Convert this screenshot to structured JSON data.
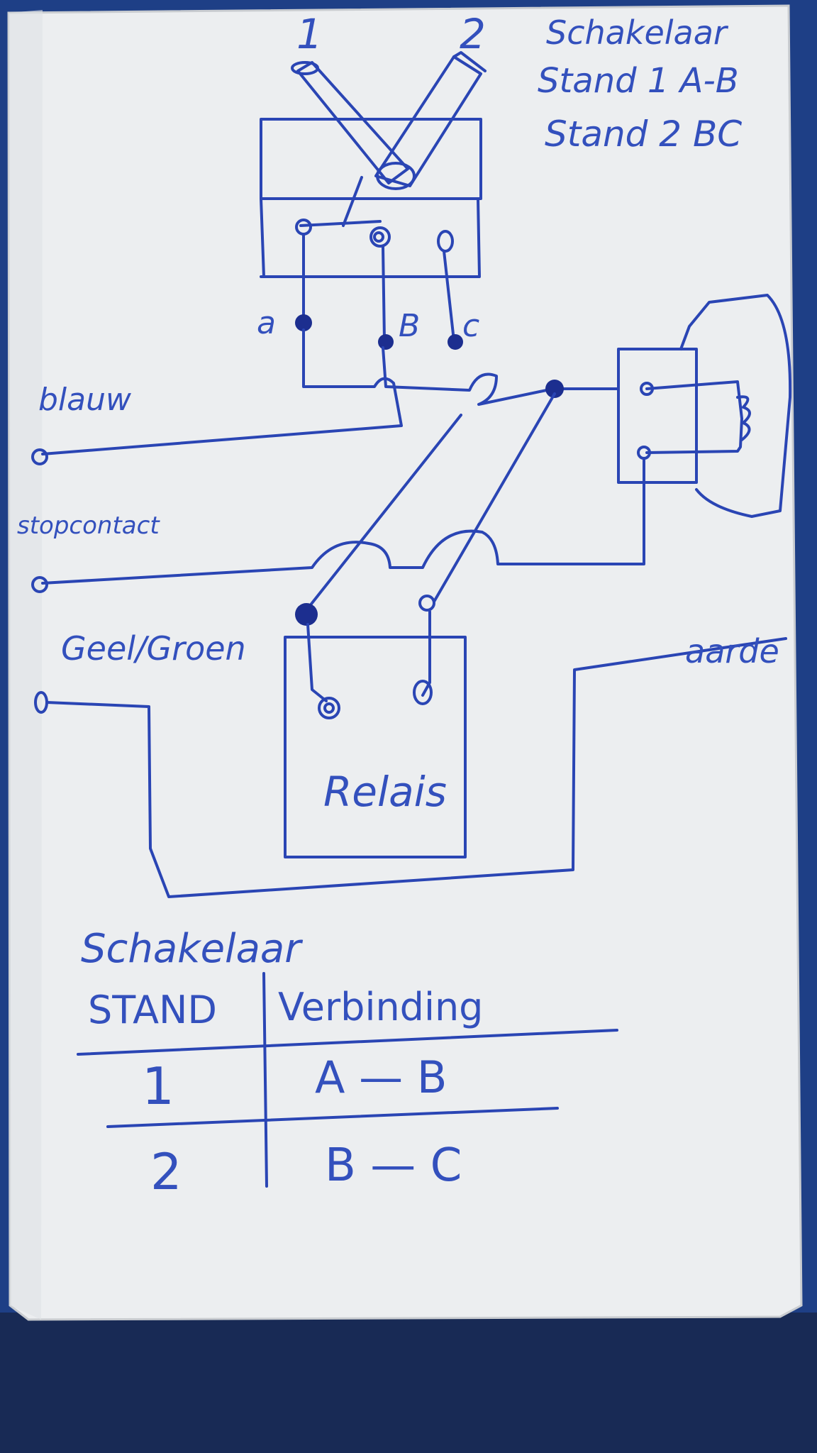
{
  "switch": {
    "position_labels": [
      "1",
      "2"
    ],
    "terminal_labels": [
      "a",
      "B",
      "c"
    ],
    "note": [
      "Schakelaar",
      "Stand 1 A-B",
      "Stand 2 BC"
    ]
  },
  "wires": {
    "blue": "blauw",
    "stop": "stopcontact",
    "yellow_green": "Geel/Groen",
    "earth": "aarde"
  },
  "relay": {
    "label": "Relais"
  },
  "table": {
    "title": "Schakelaar",
    "headers": [
      "STAND",
      "Verbinding"
    ],
    "rows": [
      {
        "stand": "1",
        "verbinding": "A — B"
      },
      {
        "stand": "2",
        "verbinding": "B — C"
      }
    ]
  },
  "colors": {
    "ink": "#2a45b4",
    "paper": "#eceef0",
    "background": "#1e3f86"
  }
}
